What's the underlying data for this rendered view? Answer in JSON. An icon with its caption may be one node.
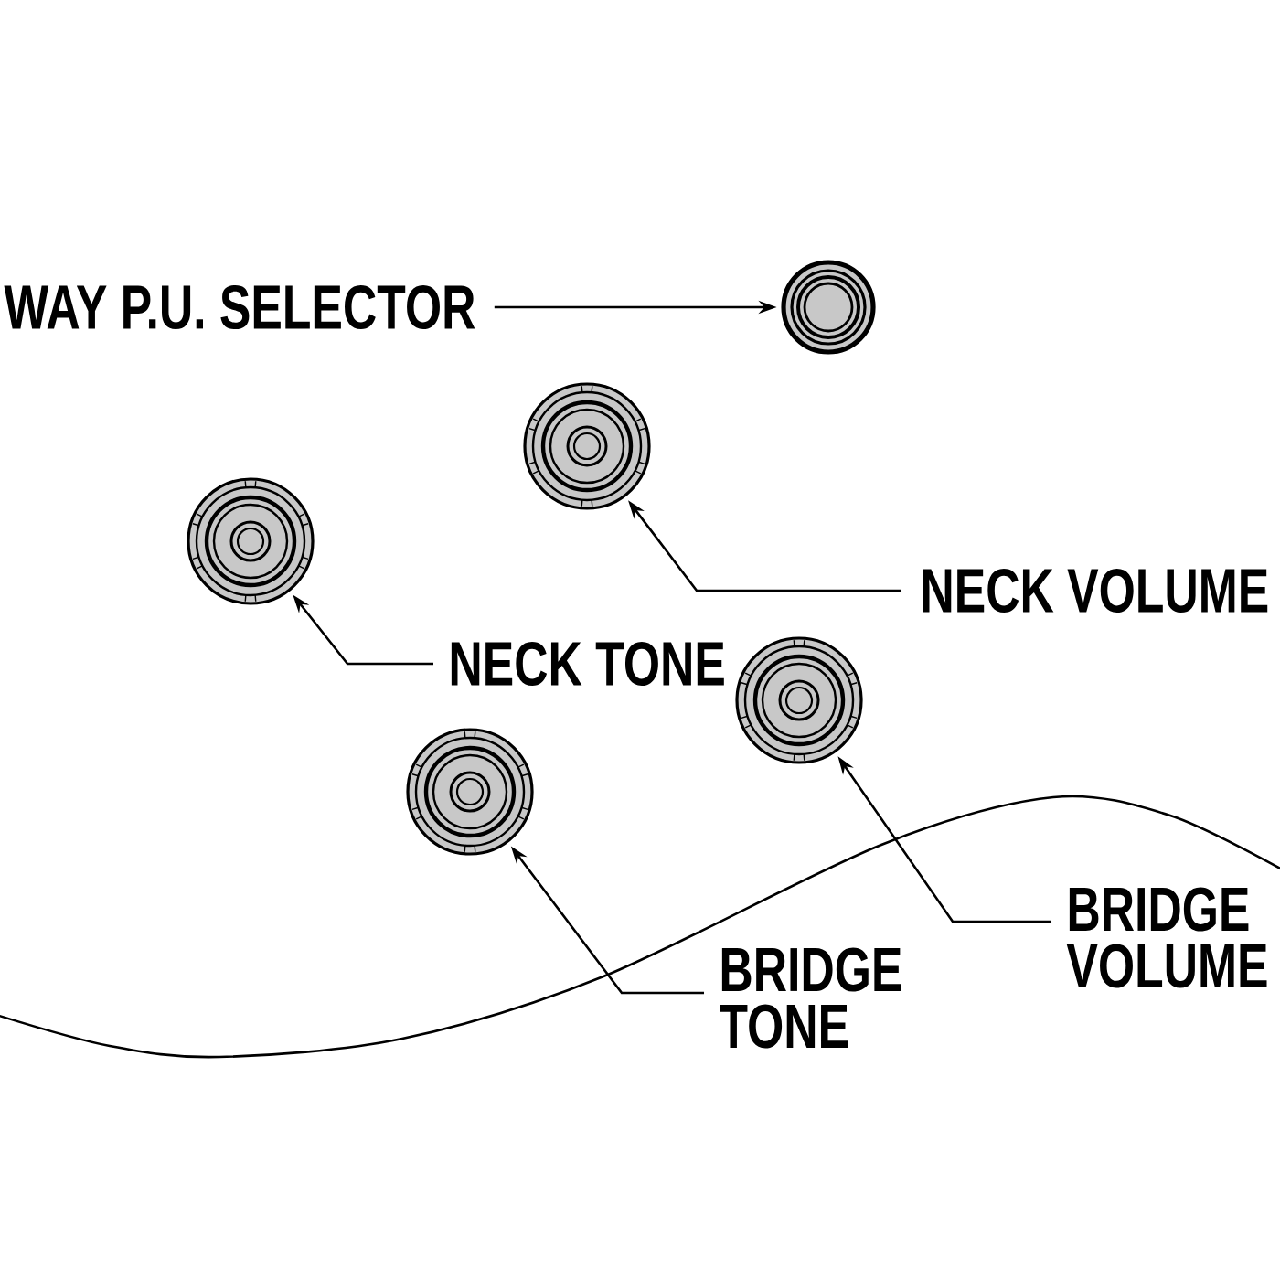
{
  "diagram": {
    "nodes": [
      {
        "text": [
          "WAY P.U. SELECTOR"
        ]
      },
      {
        "text": [],
        "shape": "circle"
      },
      {
        "text": [],
        "shape": "circle"
      },
      {
        "text": [],
        "shape": "circle"
      },
      {
        "text": [
          "NECK VOLUME"
        ]
      },
      {
        "text": [
          "NECK TONE"
        ]
      },
      {
        "text": [],
        "shape": "circle"
      },
      {
        "text": [],
        "shape": "circle"
      },
      {
        "text": [
          "BRIDGE VOLUME"
        ]
      },
      {
        "text": [
          "BRIDGE TONE"
        ]
      }
    ],
    "edges": [
      {
        "from": 0,
        "to": 1,
        "arrow": "to"
      },
      {
        "from": 4,
        "to": 2,
        "arrow": "to"
      },
      {
        "from": 5,
        "to": 3,
        "arrow": "to"
      },
      {
        "from": 8,
        "to": 6,
        "arrow": "to"
      },
      {
        "from": 9,
        "to": 7,
        "arrow": "to"
      }
    ]
  }
}
